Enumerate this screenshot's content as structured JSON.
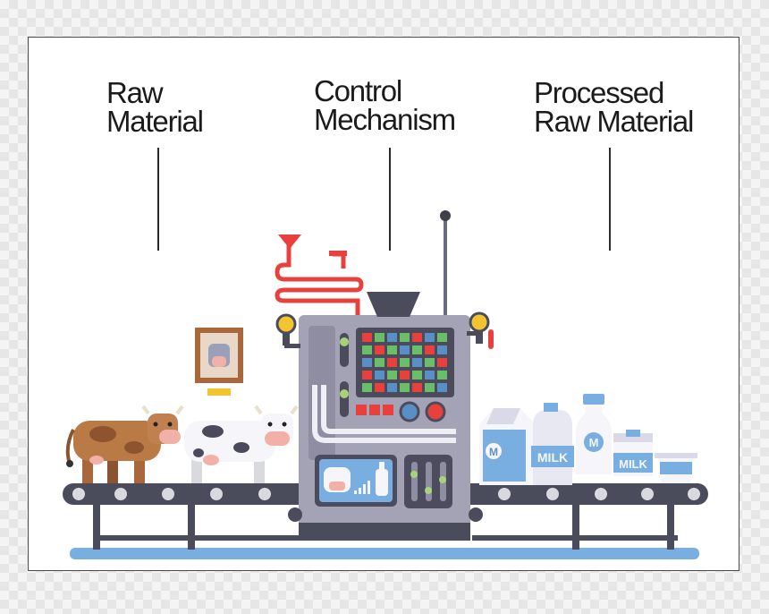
{
  "labels": {
    "raw_material": "Raw\nMaterial",
    "control_mechanism": "Control\nMechanism",
    "processed_raw_material": "Processed\nRaw Material"
  },
  "packaging": {
    "carton_letter": "M",
    "jug_label": "MILK",
    "bottle_letter": "M",
    "box_label": "MILK"
  },
  "icons": [
    "cow-icon",
    "milk-bottle-icon",
    "signal-bars-icon",
    "funnel-icon",
    "gauge-icon",
    "antenna-icon"
  ],
  "colors": {
    "belt": "#4a4c5c",
    "machine_body": "#a4a2b5",
    "pipe_red": "#e8413d",
    "screen": "#4c4c5e",
    "accent_blue": "#5a8fc6",
    "base_line": "#79aee0"
  }
}
